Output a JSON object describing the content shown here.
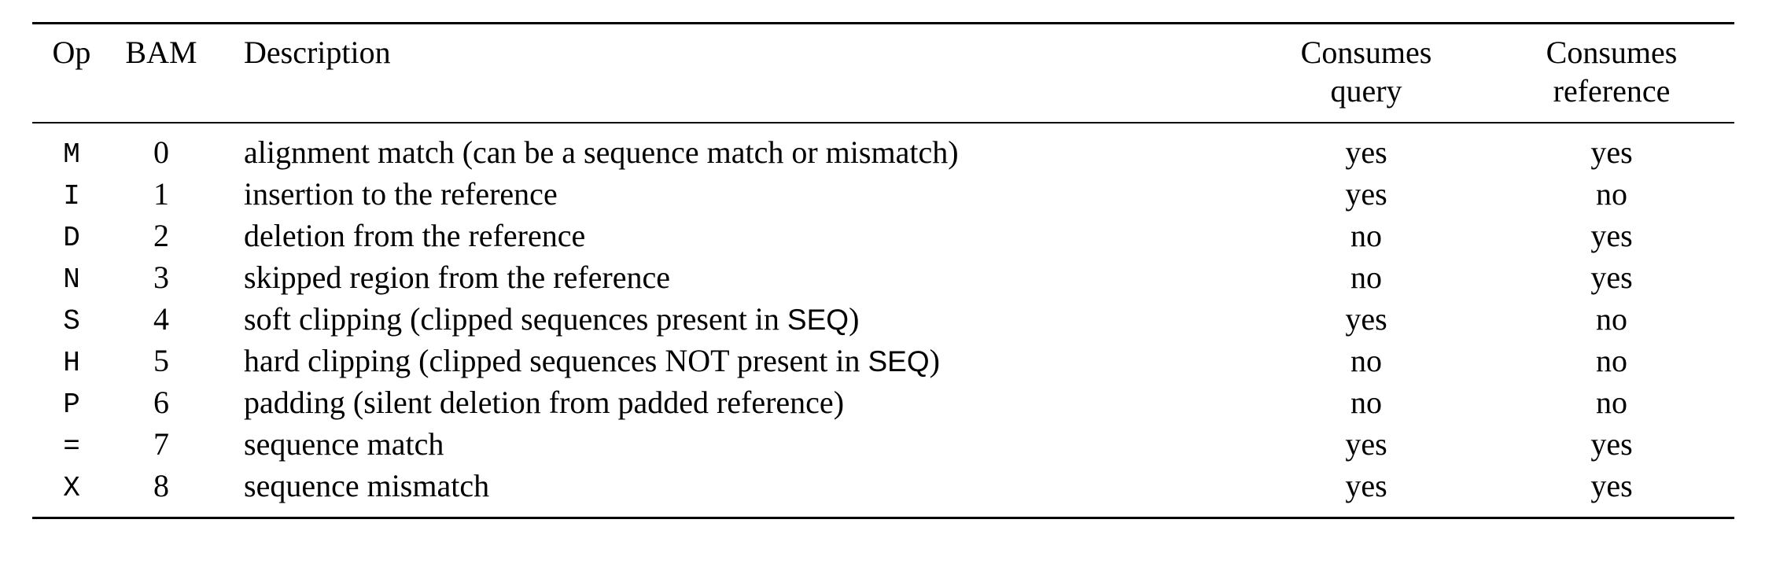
{
  "table": {
    "caption": "",
    "columns": [
      {
        "key": "op",
        "label": "Op",
        "label2": ""
      },
      {
        "key": "bam",
        "label": "BAM",
        "label2": ""
      },
      {
        "key": "desc",
        "label": "Description",
        "label2": ""
      },
      {
        "key": "consumes_query",
        "label": "Consumes",
        "label2": "query"
      },
      {
        "key": "consumes_reference",
        "label": "Consumes",
        "label2": "reference"
      }
    ],
    "rows": [
      {
        "op": "M",
        "bam": "0",
        "desc_pre": "alignment match (can be a sequence match or mismatch)",
        "desc_mono": "",
        "desc_post": "",
        "consumes_query": "yes",
        "consumes_reference": "yes"
      },
      {
        "op": "I",
        "bam": "1",
        "desc_pre": "insertion to the reference",
        "desc_mono": "",
        "desc_post": "",
        "consumes_query": "yes",
        "consumes_reference": "no"
      },
      {
        "op": "D",
        "bam": "2",
        "desc_pre": "deletion from the reference",
        "desc_mono": "",
        "desc_post": "",
        "consumes_query": "no",
        "consumes_reference": "yes"
      },
      {
        "op": "N",
        "bam": "3",
        "desc_pre": "skipped region from the reference",
        "desc_mono": "",
        "desc_post": "",
        "consumes_query": "no",
        "consumes_reference": "yes"
      },
      {
        "op": "S",
        "bam": "4",
        "desc_pre": "soft clipping (clipped sequences present in ",
        "desc_mono": "SEQ",
        "desc_post": ")",
        "consumes_query": "yes",
        "consumes_reference": "no"
      },
      {
        "op": "H",
        "bam": "5",
        "desc_pre": "hard clipping (clipped sequences NOT present in ",
        "desc_mono": "SEQ",
        "desc_post": ")",
        "consumes_query": "no",
        "consumes_reference": "no"
      },
      {
        "op": "P",
        "bam": "6",
        "desc_pre": "padding (silent deletion from padded reference)",
        "desc_mono": "",
        "desc_post": "",
        "consumes_query": "no",
        "consumes_reference": "no"
      },
      {
        "op": "=",
        "bam": "7",
        "desc_pre": "sequence match",
        "desc_mono": "",
        "desc_post": "",
        "consumes_query": "yes",
        "consumes_reference": "yes"
      },
      {
        "op": "X",
        "bam": "8",
        "desc_pre": "sequence mismatch",
        "desc_mono": "",
        "desc_post": "",
        "consumes_query": "yes",
        "consumes_reference": "yes"
      }
    ]
  },
  "colors": {
    "text": "#000000",
    "rule": "#000000",
    "background": "#ffffff"
  }
}
